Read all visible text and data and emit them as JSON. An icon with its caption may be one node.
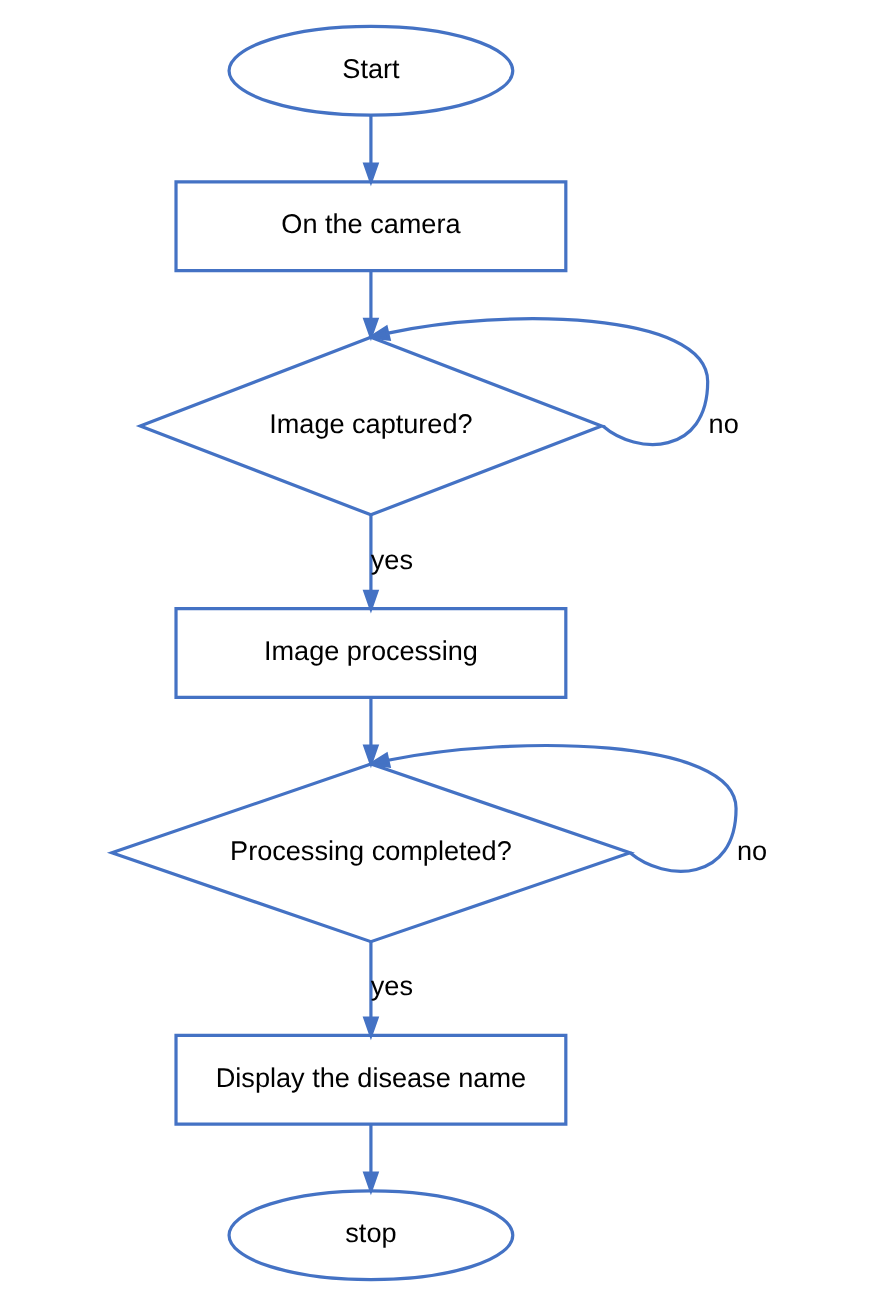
{
  "diagram": {
    "nodes": [
      {
        "text": [
          "Start"
        ]
      },
      {
        "text": [
          "On the camera"
        ]
      },
      {
        "text": [
          "Image captured?"
        ]
      },
      {
        "text": [
          "Image processing"
        ]
      },
      {
        "text": [
          "Processing completed?"
        ]
      },
      {
        "text": [
          "Display the disease name"
        ]
      },
      {
        "text": [
          "stop"
        ]
      }
    ],
    "edges": [
      {
        "from": 0,
        "to": 1,
        "arrow": "to"
      },
      {
        "from": 1,
        "to": 2,
        "arrow": "to"
      },
      {
        "from": 2,
        "to": 2,
        "arrow": "to",
        "label": "no"
      },
      {
        "from": 2,
        "to": 3,
        "arrow": "to",
        "label": "yes"
      },
      {
        "from": 3,
        "to": 4,
        "arrow": "to"
      },
      {
        "from": 4,
        "to": 4,
        "arrow": "to",
        "label": "no"
      },
      {
        "from": 4,
        "to": 5,
        "arrow": "to",
        "label": "yes"
      },
      {
        "from": 5,
        "to": 6,
        "arrow": "to"
      }
    ]
  }
}
